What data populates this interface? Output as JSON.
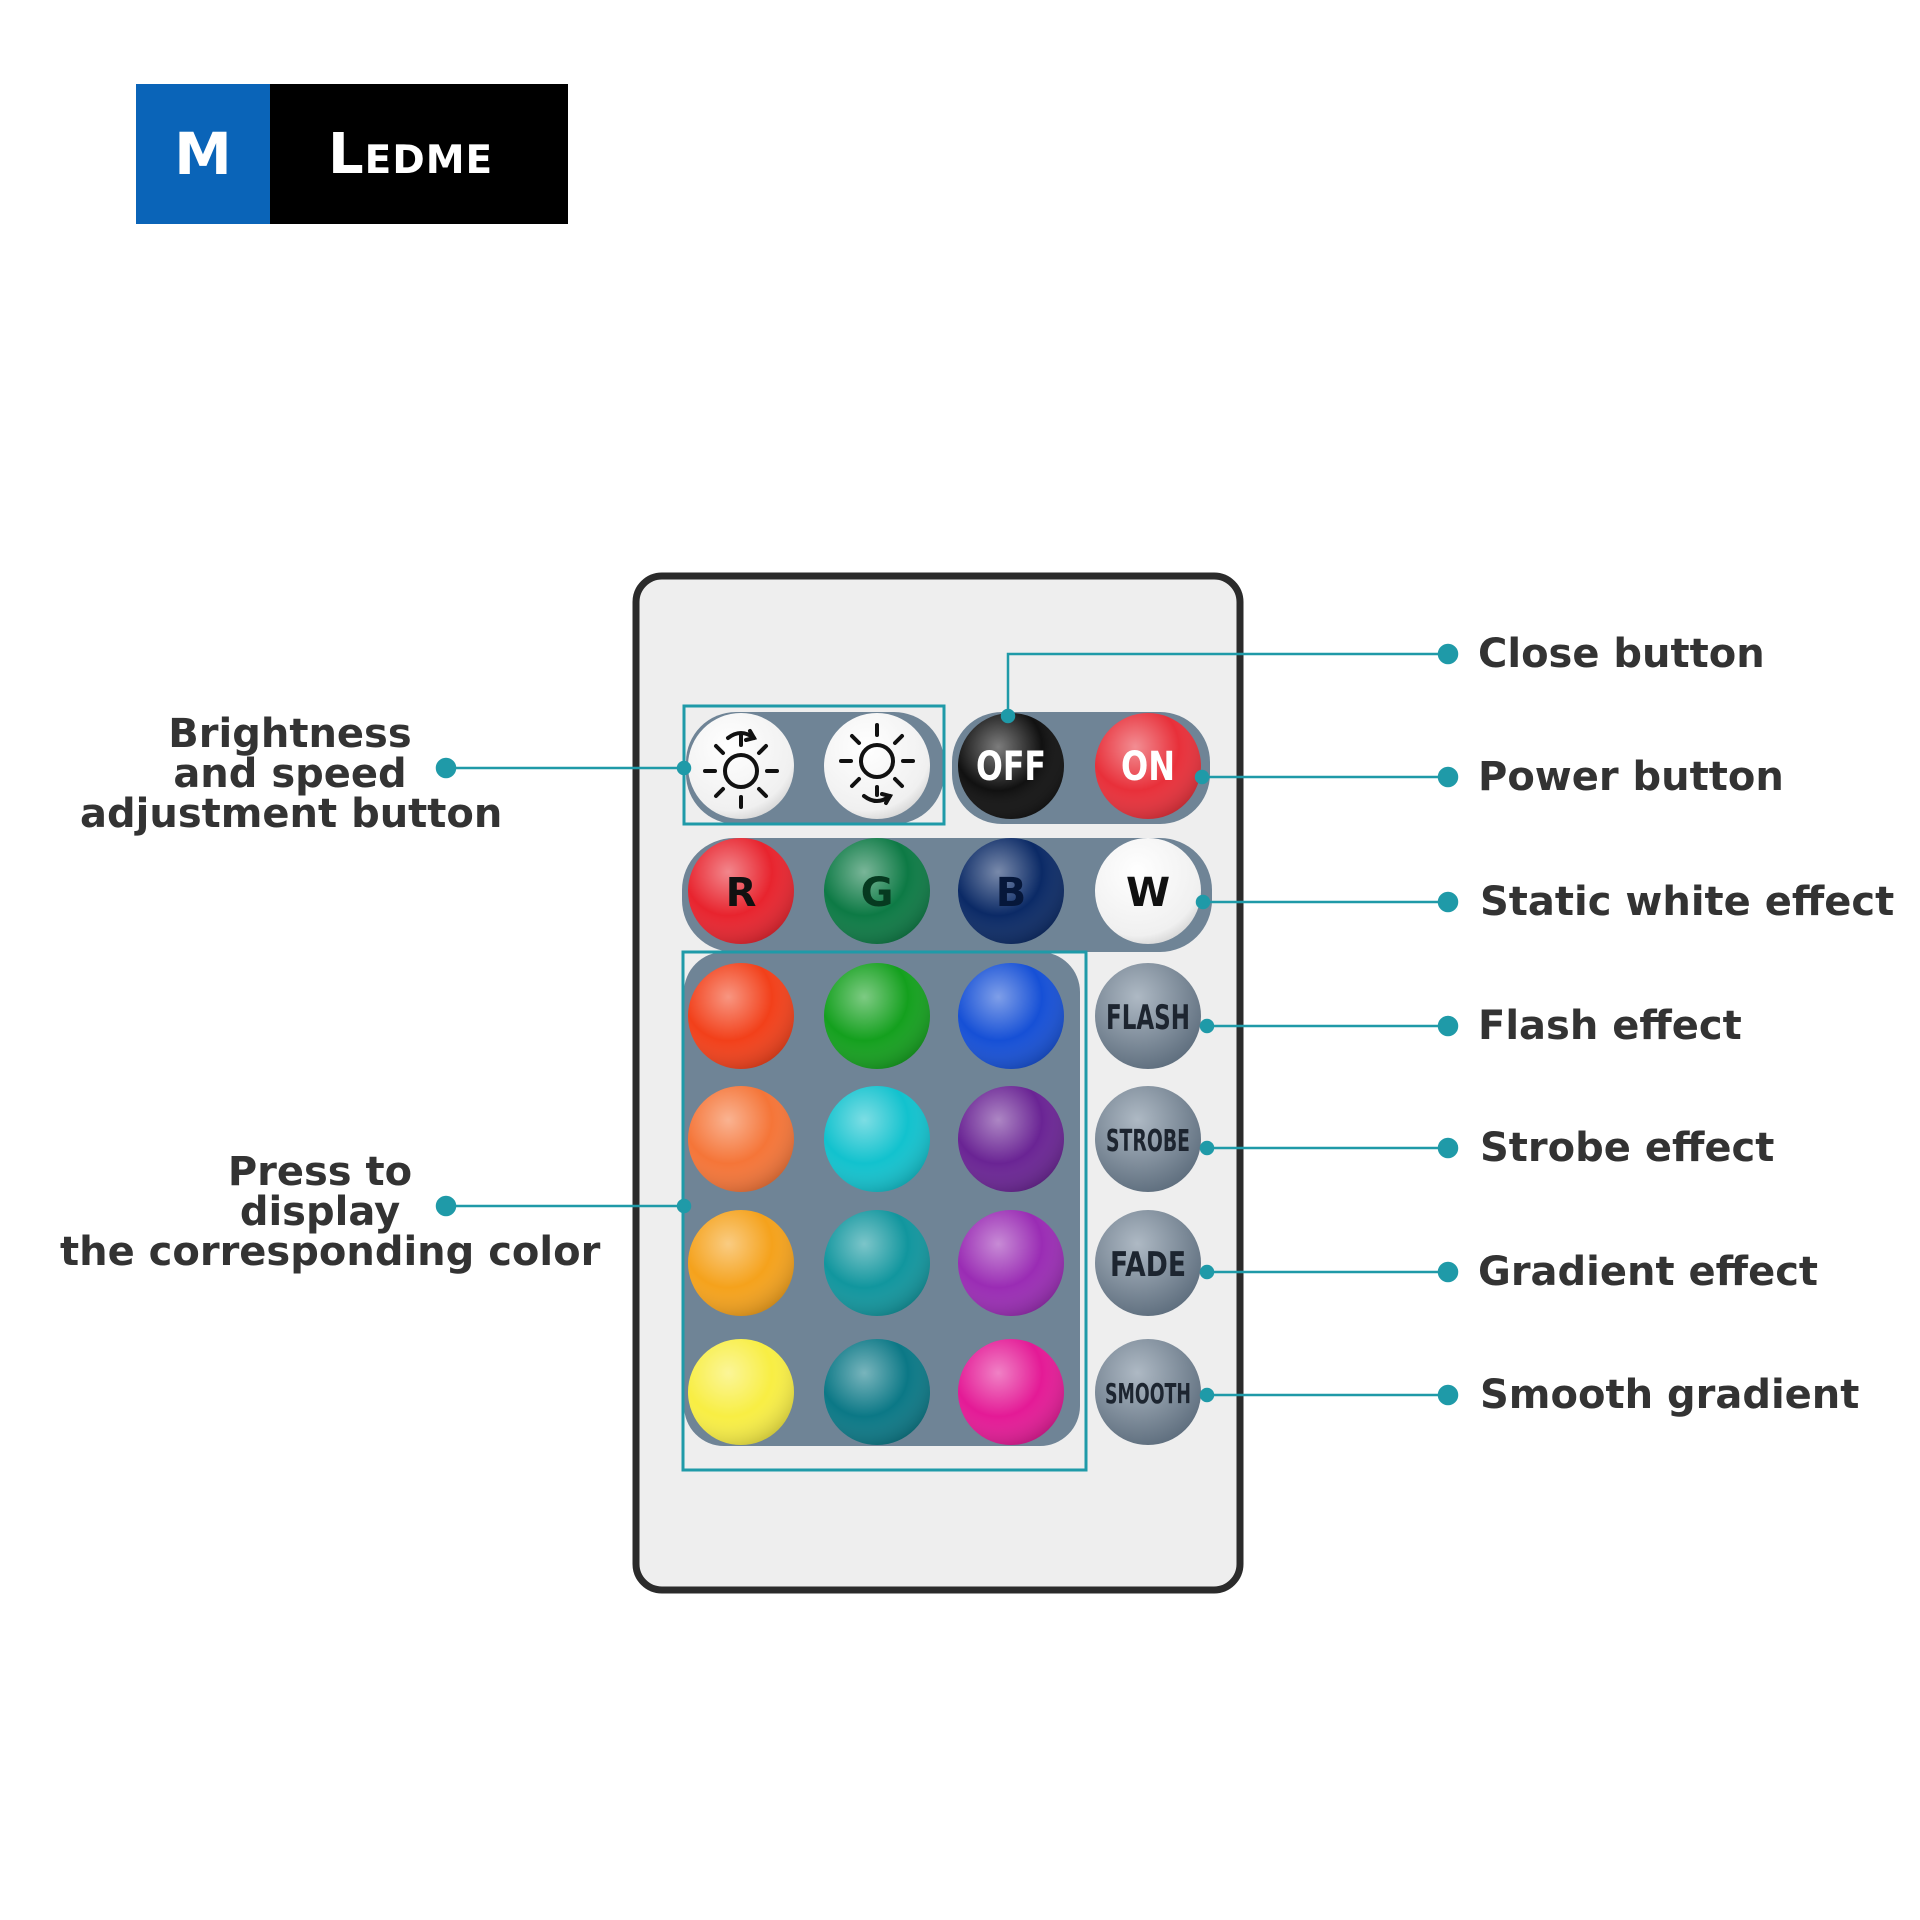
{
  "logo": {
    "mark": "M",
    "name": "Ledme",
    "mark_color": "#0a64b8"
  },
  "accent_color": "#1f9aa8",
  "remote": {
    "buttons": {
      "brightness_up": {
        "icon": "brightness-up-icon"
      },
      "brightness_down": {
        "icon": "brightness-down-icon"
      },
      "off": {
        "label": "OFF",
        "color": "#111111"
      },
      "on": {
        "label": "ON",
        "color": "#e8303a"
      },
      "r": {
        "label": "R",
        "color": "#e8242e"
      },
      "g": {
        "label": "G",
        "color": "#0d7a45"
      },
      "b": {
        "label": "B",
        "color": "#0b2a66"
      },
      "w": {
        "label": "W",
        "color": "#ffffff"
      },
      "flash": {
        "label": "FLASH"
      },
      "strobe": {
        "label": "STROBE"
      },
      "fade": {
        "label": "FADE"
      },
      "smooth": {
        "label": "SMOOTH"
      }
    },
    "color_grid": [
      [
        "#f2401a",
        "#14a01e",
        "#1650d6"
      ],
      [
        "#f57538",
        "#12c2ce",
        "#6a2494"
      ],
      [
        "#f5a21c",
        "#11969e",
        "#9a2cb4"
      ],
      [
        "#f8ee44",
        "#0b7886",
        "#e41a96"
      ]
    ]
  },
  "labels": {
    "left_top": [
      "Brightness",
      "and speed",
      "adjustment button"
    ],
    "left_bottom": [
      "Press to",
      "display",
      "the corresponding color"
    ],
    "close": "Close button",
    "power": "Power button",
    "white": "Static white effect",
    "flash": "Flash effect",
    "strobe": "Strobe effect",
    "gradient": "Gradient effect",
    "smooth": "Smooth gradient"
  }
}
